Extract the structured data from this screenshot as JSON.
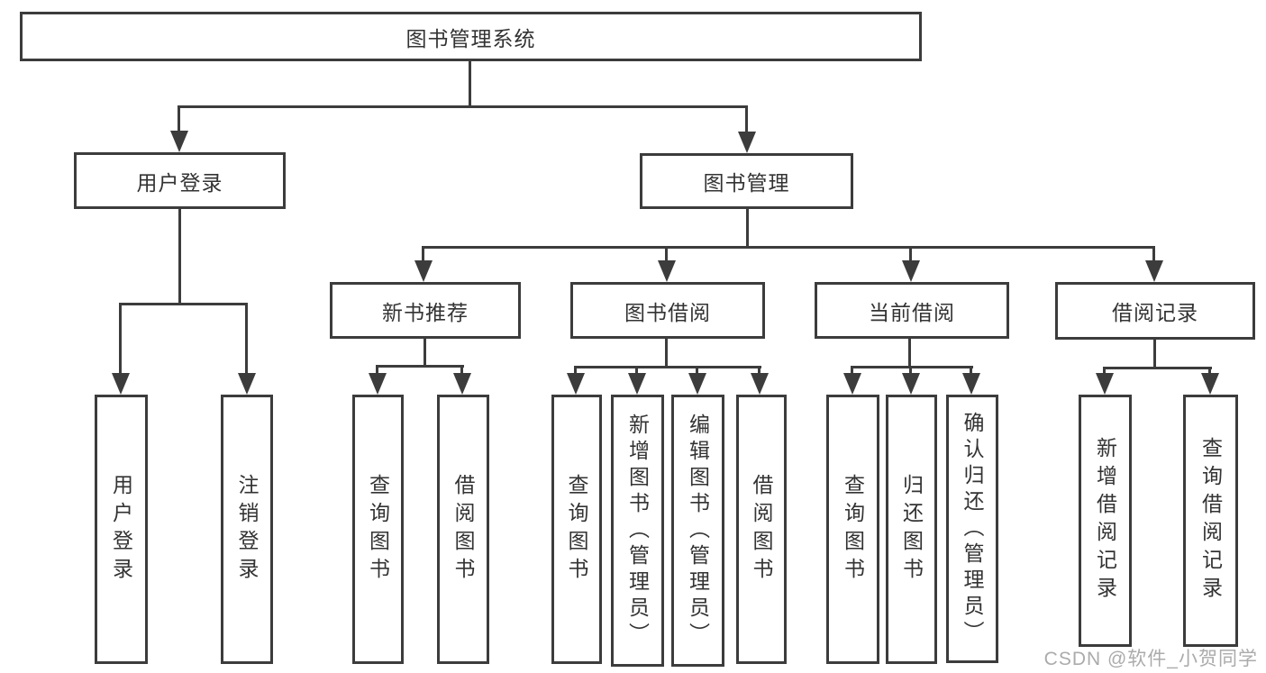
{
  "root": {
    "label": "图书管理系统"
  },
  "branches": [
    {
      "label": "用户登录",
      "children": [
        {
          "label": "用户登录"
        },
        {
          "label": "注销登录"
        }
      ]
    },
    {
      "label": "图书管理",
      "children": [
        {
          "label": "新书推荐",
          "children": [
            {
              "label": "查询图书"
            },
            {
              "label": "借阅图书"
            }
          ]
        },
        {
          "label": "图书借阅",
          "children": [
            {
              "label": "查询图书"
            },
            {
              "label": "新增图书（管理员）"
            },
            {
              "label": "编辑图书（管理员）"
            },
            {
              "label": "借阅图书"
            }
          ]
        },
        {
          "label": "当前借阅",
          "children": [
            {
              "label": "查询图书"
            },
            {
              "label": "归还图书"
            },
            {
              "label": "确认归还（管理员）"
            }
          ]
        },
        {
          "label": "借阅记录",
          "children": [
            {
              "label": "新增借阅记录"
            },
            {
              "label": "查询借阅记录"
            }
          ]
        }
      ]
    }
  ],
  "watermark": "CSDN @软件_小贺同学",
  "colors": {
    "line": "#3c3c3c",
    "text": "#333333",
    "background": "#ffffff",
    "watermark": "#ababab"
  }
}
